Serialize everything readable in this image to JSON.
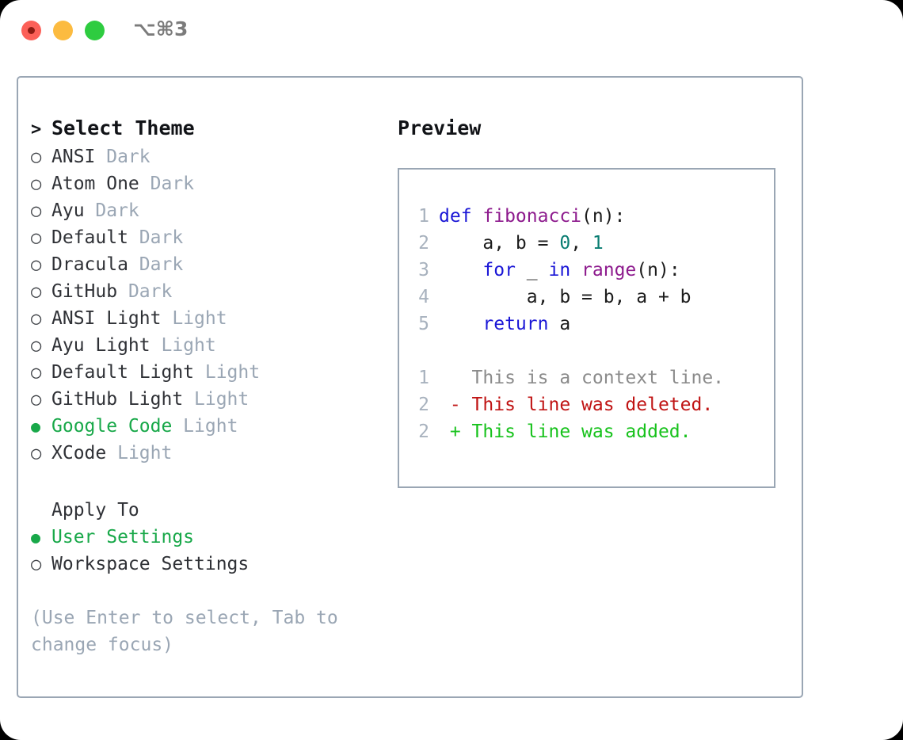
{
  "titlebar": {
    "shortcut": "⌥⌘3",
    "buttons": [
      {
        "name": "close",
        "color": "#fc6058"
      },
      {
        "name": "minimize",
        "color": "#fcbb40"
      },
      {
        "name": "maximize",
        "color": "#2ecc40"
      }
    ]
  },
  "theme_picker": {
    "header": "Select Theme",
    "header_prefix": ">",
    "bullet_unselected": "○",
    "bullet_selected": "●",
    "items": [
      {
        "name": "ANSI",
        "tag": "Dark",
        "selected": false
      },
      {
        "name": "Atom One",
        "tag": "Dark",
        "selected": false
      },
      {
        "name": "Ayu",
        "tag": "Dark",
        "selected": false
      },
      {
        "name": "Default",
        "tag": "Dark",
        "selected": false
      },
      {
        "name": "Dracula",
        "tag": "Dark",
        "selected": false
      },
      {
        "name": "GitHub",
        "tag": "Dark",
        "selected": false
      },
      {
        "name": "ANSI Light",
        "tag": "Light",
        "selected": false
      },
      {
        "name": "Ayu Light",
        "tag": "Light",
        "selected": false
      },
      {
        "name": "Default Light",
        "tag": "Light",
        "selected": false
      },
      {
        "name": "GitHub Light",
        "tag": "Light",
        "selected": false
      },
      {
        "name": "Google Code",
        "tag": "Light",
        "selected": true
      },
      {
        "name": "XCode",
        "tag": "Light",
        "selected": false
      }
    ]
  },
  "apply_to": {
    "header": "Apply To",
    "items": [
      {
        "name": "User Settings",
        "selected": true
      },
      {
        "name": "Workspace Settings",
        "selected": false
      }
    ]
  },
  "hint": "(Use Enter to select, Tab to change focus)",
  "preview": {
    "title": "Preview",
    "code_lines": [
      {
        "no": "1",
        "tokens": [
          {
            "t": "def ",
            "c": "kw"
          },
          {
            "t": "fibonacci",
            "c": "fn"
          },
          {
            "t": "(n):",
            "c": "pn"
          }
        ]
      },
      {
        "no": "2",
        "tokens": [
          {
            "t": "    a, b = ",
            "c": "id"
          },
          {
            "t": "0",
            "c": "num"
          },
          {
            "t": ", ",
            "c": "id"
          },
          {
            "t": "1",
            "c": "num"
          }
        ]
      },
      {
        "no": "3",
        "tokens": [
          {
            "t": "    ",
            "c": "id"
          },
          {
            "t": "for",
            "c": "kw"
          },
          {
            "t": " _ ",
            "c": "id"
          },
          {
            "t": "in",
            "c": "kw"
          },
          {
            "t": " ",
            "c": "id"
          },
          {
            "t": "range",
            "c": "fn"
          },
          {
            "t": "(n):",
            "c": "pn"
          }
        ]
      },
      {
        "no": "4",
        "tokens": [
          {
            "t": "        a, b = b, a + b",
            "c": "id"
          }
        ]
      },
      {
        "no": "5",
        "tokens": [
          {
            "t": "    ",
            "c": "id"
          },
          {
            "t": "return",
            "c": "kw"
          },
          {
            "t": " a",
            "c": "id"
          }
        ]
      }
    ],
    "diff_lines": [
      {
        "no": "1",
        "marker": " ",
        "text": "This is a context line.",
        "kind": "ctx"
      },
      {
        "no": "2",
        "marker": "-",
        "text": "This line was deleted.",
        "kind": "del"
      },
      {
        "no": "2",
        "marker": "+",
        "text": "This line was added.",
        "kind": "add"
      }
    ]
  },
  "colors": {
    "accent_green": "#18a849",
    "muted": "#9aa6b4",
    "border": "#9aa6b4",
    "keyword": "#1a16d6",
    "function": "#8d1a8d",
    "number": "#0a7d72",
    "diff_add": "#17c21c",
    "diff_del": "#c01414",
    "diff_ctx": "#8b8b8b"
  }
}
